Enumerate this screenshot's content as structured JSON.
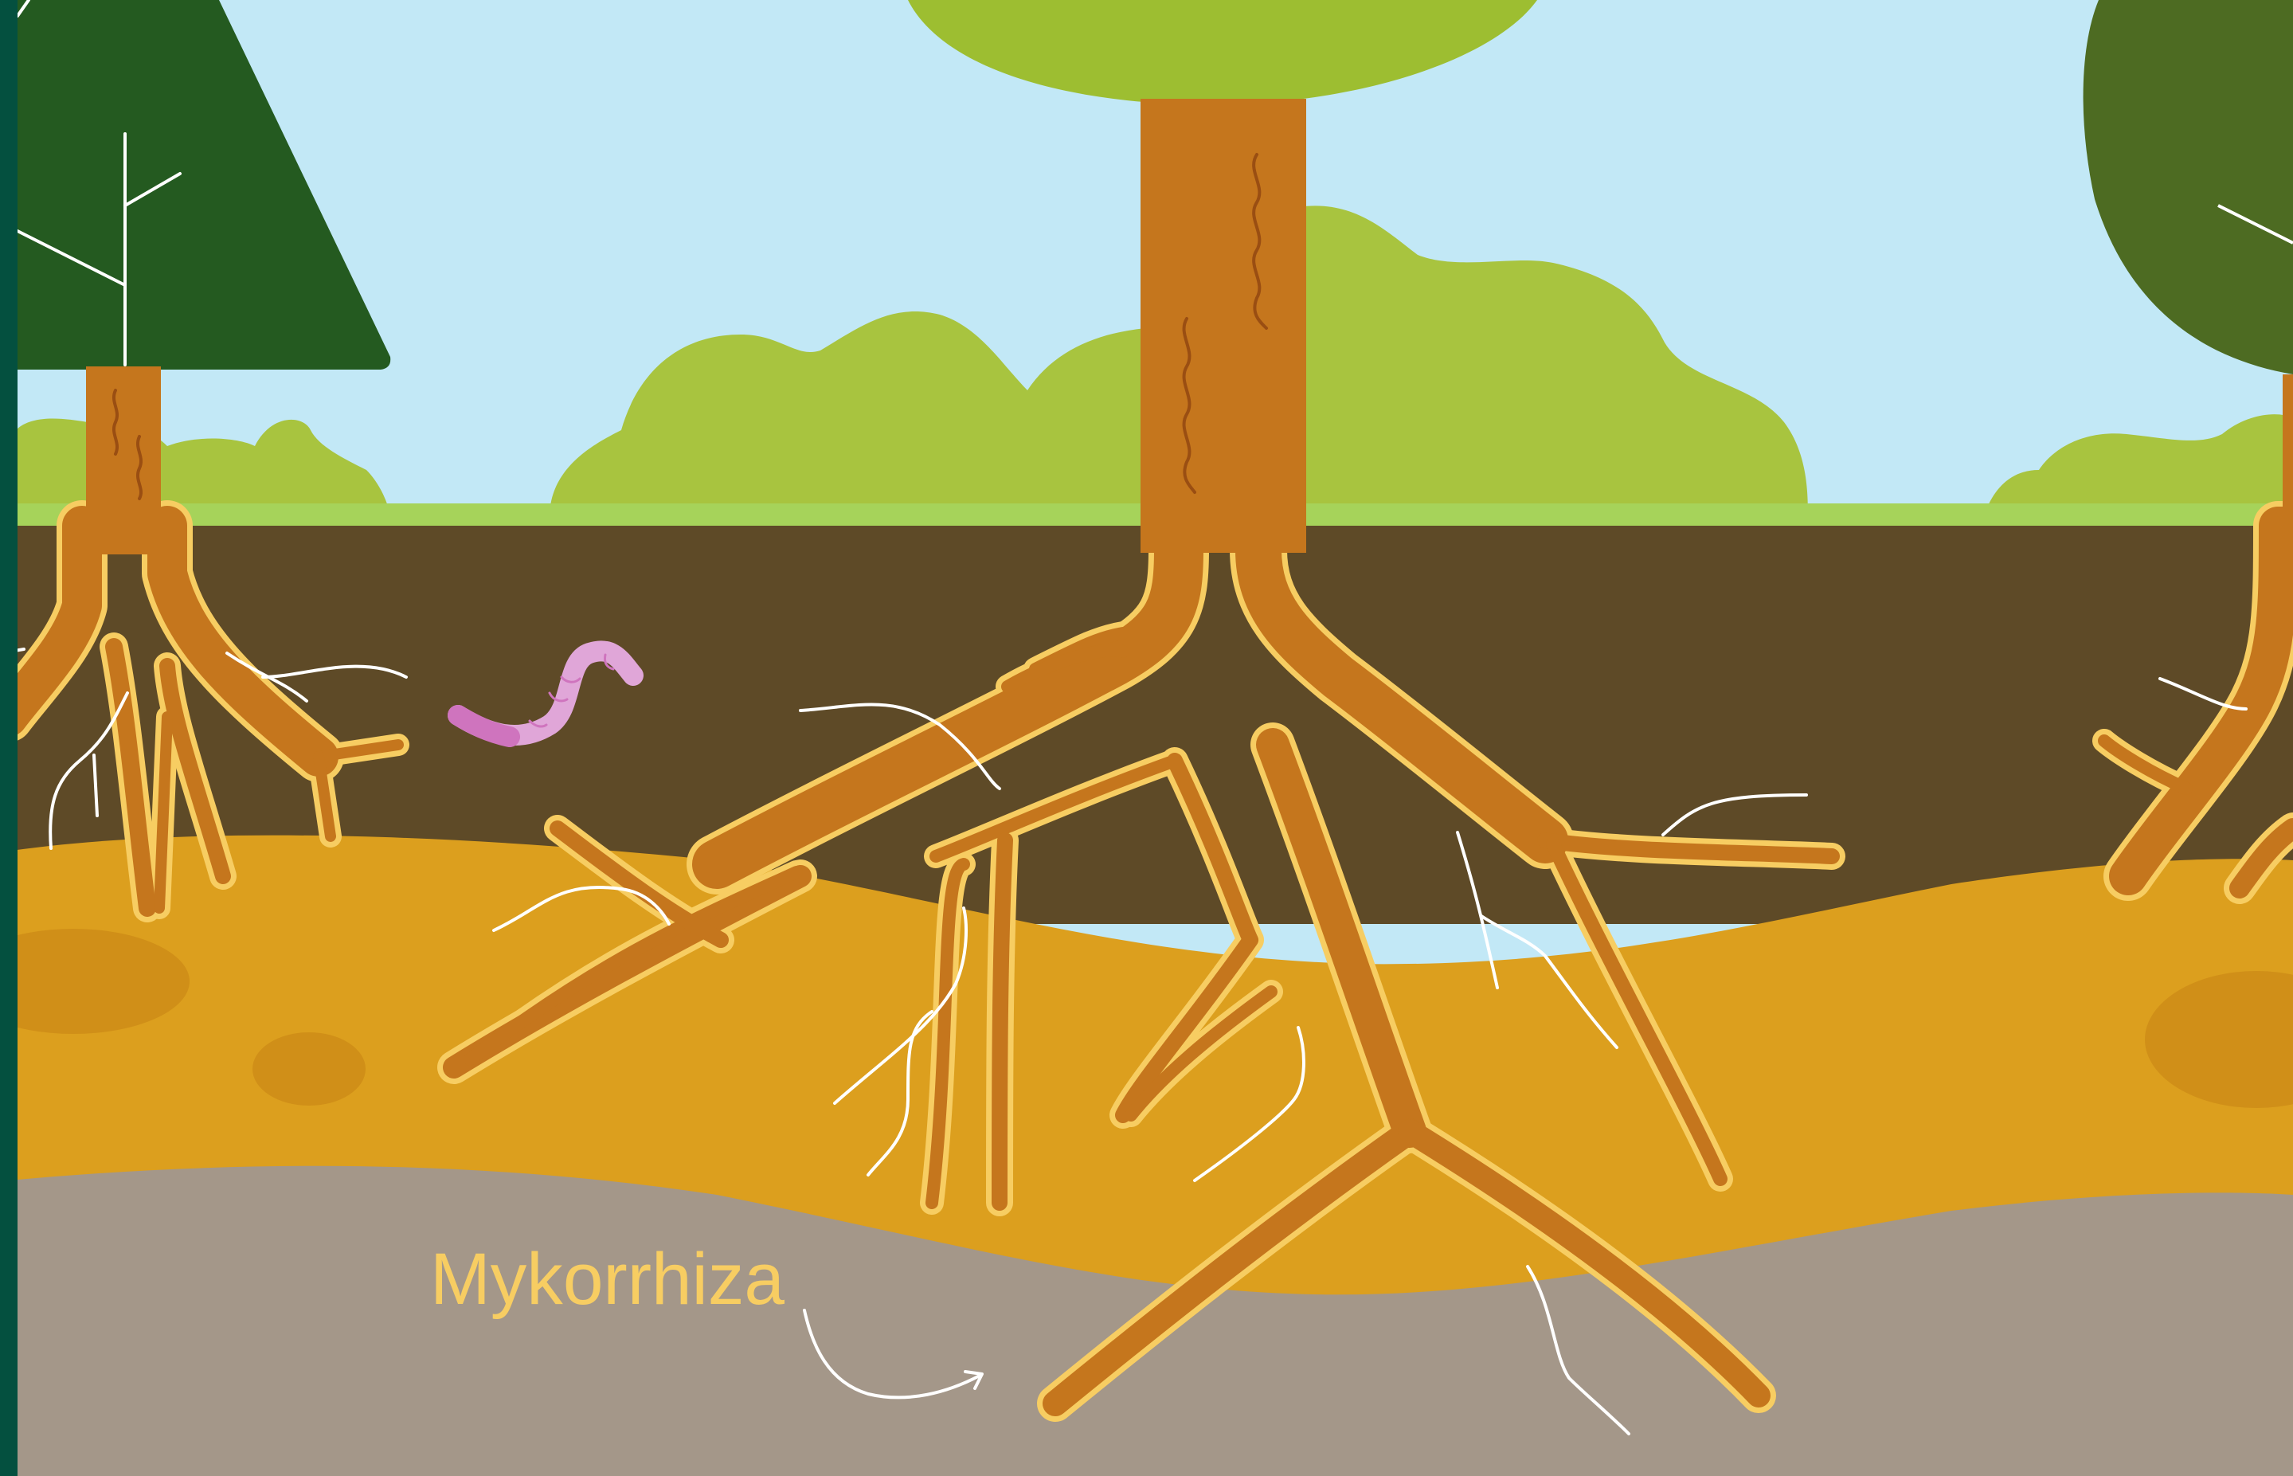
{
  "labels": {
    "mycorrhiza": "Mykorrhiza"
  },
  "colors": {
    "sky": "#c2e8f6",
    "bush": "#a8c43f",
    "grass_line": "#a6d35a",
    "topsoil": "#5e4a27",
    "subsoil": "#dc9f1e",
    "subsoil_spot": "#d08f18",
    "bedrock": "#a49789",
    "trunk": "#c5761d",
    "root_outline": "#f7cd62",
    "bark_line": "#9a4e12",
    "conifer": "#245a20",
    "canopy_center": "#9dbe31",
    "canopy_right": "#4d6b22",
    "left_border": "#04503f",
    "worm": "#e0a6d8",
    "worm_band": "#cf74be",
    "fungal_hyphae": "#ffffff",
    "label": "#f7cd62"
  },
  "icons": [
    "conifer-tree",
    "deciduous-tree",
    "earthworm",
    "arrow"
  ]
}
